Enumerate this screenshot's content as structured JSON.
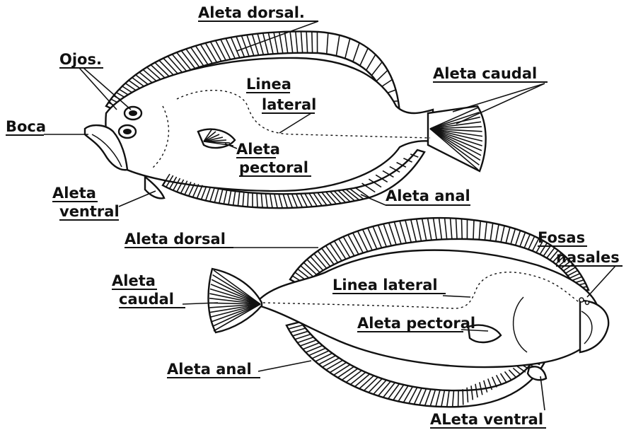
{
  "fish_top": {
    "labels": {
      "dorsal": "Aleta dorsal.",
      "eyes": "Ojos.",
      "lateral_1": "Linea",
      "lateral_2": "lateral",
      "caudal": "Aleta caudal",
      "mouth": "Boca",
      "pectoral_1": "Aleta",
      "pectoral_2": "pectoral",
      "ventral_1": "Aleta",
      "ventral_2": "ventral",
      "anal": "Aleta anal"
    }
  },
  "fish_bottom": {
    "labels": {
      "dorsal": "Aleta dorsal",
      "nostrils_1": "Fosas",
      "nostrils_2": "nasales",
      "caudal_1": "Aleta",
      "caudal_2": "caudal",
      "lateral": "Linea lateral",
      "pectoral": "Aleta pectoral",
      "anal": "Aleta anal",
      "ventral": "ALeta ventral"
    }
  }
}
